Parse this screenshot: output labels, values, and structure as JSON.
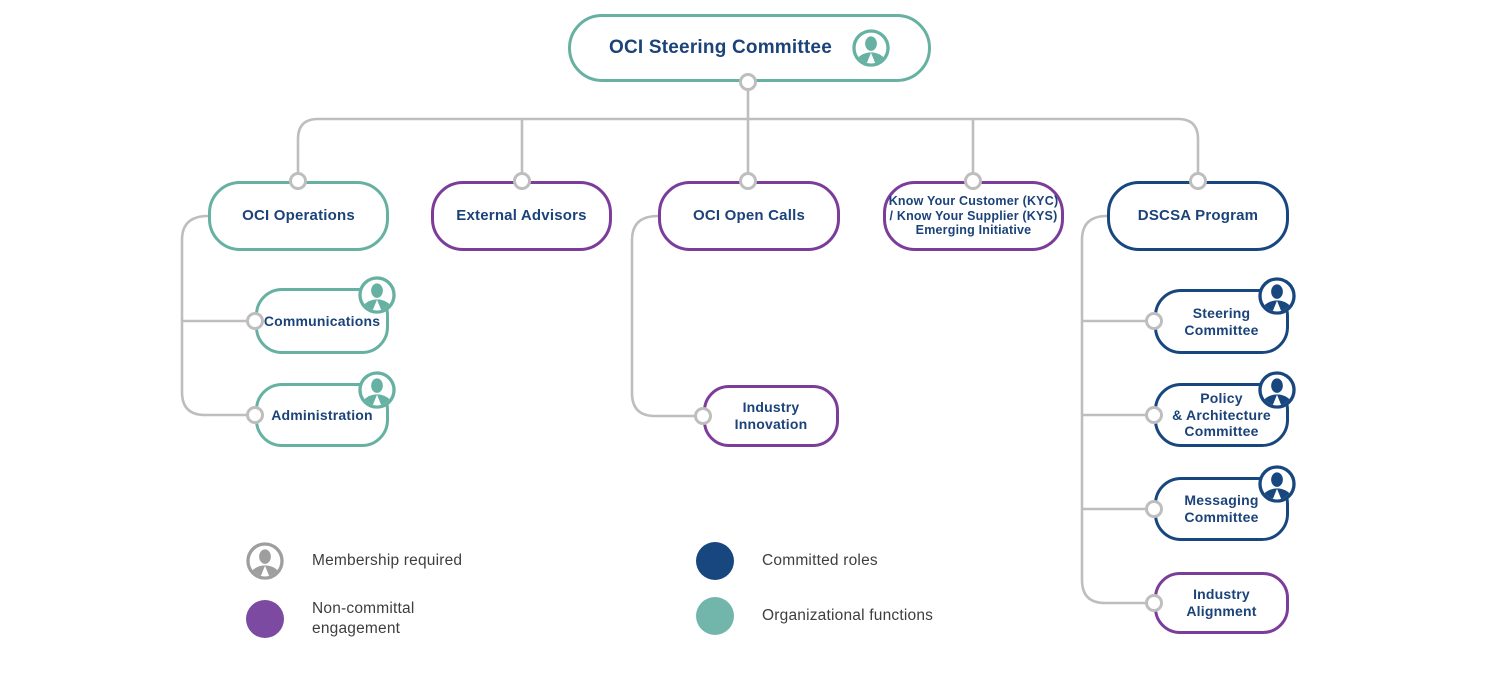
{
  "title": "OCI Steering Committee organizational chart",
  "palette": {
    "teal_border": "#66B1A1",
    "purple_border": "#7B3D99",
    "navy_border": "#17477E",
    "label_text": "#1B4379",
    "connector_gray": "#BEBEBE",
    "legend_icon_gray": "#9E9E9E",
    "legend_text": "#3E3E3E",
    "legend_purple": "#7C4AA0",
    "legend_teal": "#72B6AB"
  },
  "nodes": {
    "root": {
      "label": "OCI Steering Committee",
      "membership_required": true,
      "category": "organizational-function"
    },
    "oci_operations": {
      "label": "OCI Operations",
      "category": "organizational-function"
    },
    "external_advisors": {
      "label": "External Advisors",
      "category": "non-committal-engagement"
    },
    "oci_open_calls": {
      "label": "OCI Open Calls",
      "category": "non-committal-engagement"
    },
    "kyc_kys": {
      "label": "Know Your Customer (KYC)\n/ Know Your Supplier (KYS)\nEmerging Initiative",
      "category": "non-committal-engagement"
    },
    "dscsa_program": {
      "label": "DSCSA Program",
      "category": "committed-roles"
    },
    "communications": {
      "label": "Communications",
      "membership_required": true,
      "category": "organizational-function"
    },
    "administration": {
      "label": "Administration",
      "membership_required": true,
      "category": "organizational-function"
    },
    "industry_innovation": {
      "label": "Industry\nInnovation",
      "category": "non-committal-engagement"
    },
    "steering_committee": {
      "label": "Steering\nCommittee",
      "membership_required": true,
      "category": "committed-roles"
    },
    "policy_architecture": {
      "label": "Policy\n& Architecture\nCommittee",
      "membership_required": true,
      "category": "committed-roles"
    },
    "messaging_committee": {
      "label": "Messaging\nCommittee",
      "membership_required": true,
      "category": "committed-roles"
    },
    "industry_alignment": {
      "label": "Industry\nAlignment",
      "category": "non-committal-engagement"
    }
  },
  "legend": {
    "membership": {
      "label": "Membership required"
    },
    "non_committal": {
      "label": "Non-committal\nengagement"
    },
    "committed": {
      "label": "Committed roles"
    },
    "organizational": {
      "label": "Organizational functions"
    }
  }
}
